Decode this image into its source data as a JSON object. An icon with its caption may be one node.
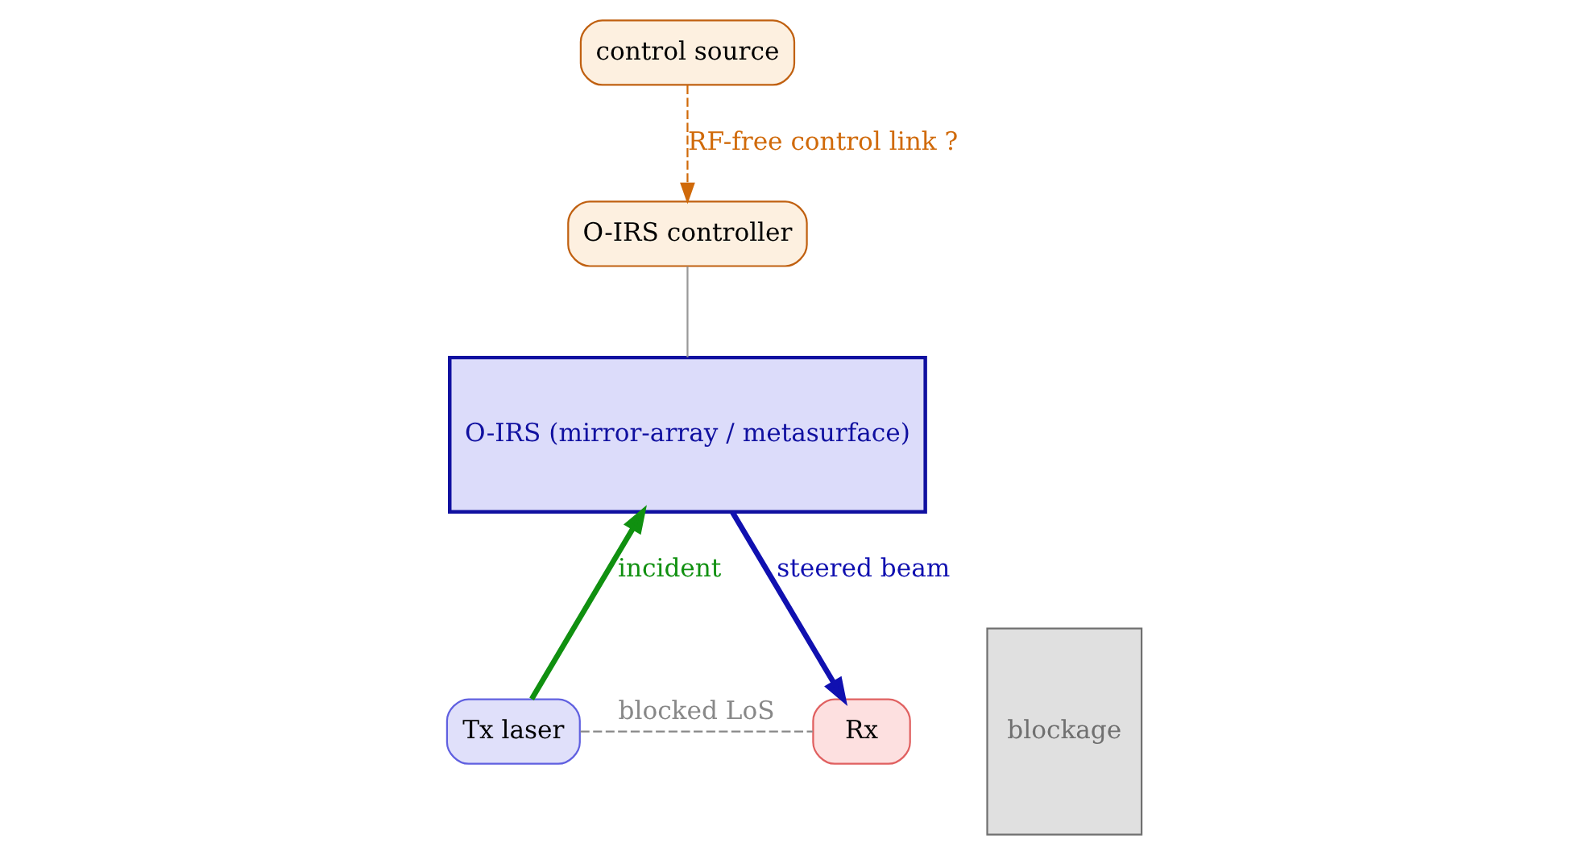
{
  "diagram": {
    "nodes": [
      {
        "text": [
          "O-IRS (mirror-array / metasurface)"
        ]
      },
      {
        "text": [
          "control source"
        ]
      },
      {
        "text": [
          "O-IRS controller"
        ]
      },
      {
        "text": [
          "Tx laser"
        ]
      },
      {
        "text": [
          "blockage"
        ]
      },
      {
        "text": [
          "Rx"
        ]
      }
    ],
    "edges": [
      {
        "from": 1,
        "to": 2,
        "arrow": "to",
        "label": "RF-free control link ?",
        "style": "dashed",
        "color": "#d06a0a"
      },
      {
        "from": 2,
        "to": 0,
        "arrow": "none",
        "color": "#999999"
      },
      {
        "from": 3,
        "to": 0,
        "arrow": "to",
        "label": "incident",
        "style": "thick",
        "color": "#109010"
      },
      {
        "from": 0,
        "to": 5,
        "arrow": "to",
        "label": "steered beam",
        "style": "thick",
        "color": "#1010b0"
      },
      {
        "from": 3,
        "to": 5,
        "arrow": "none",
        "label": "blocked LoS",
        "style": "dashed",
        "color": "#888888"
      }
    ]
  }
}
